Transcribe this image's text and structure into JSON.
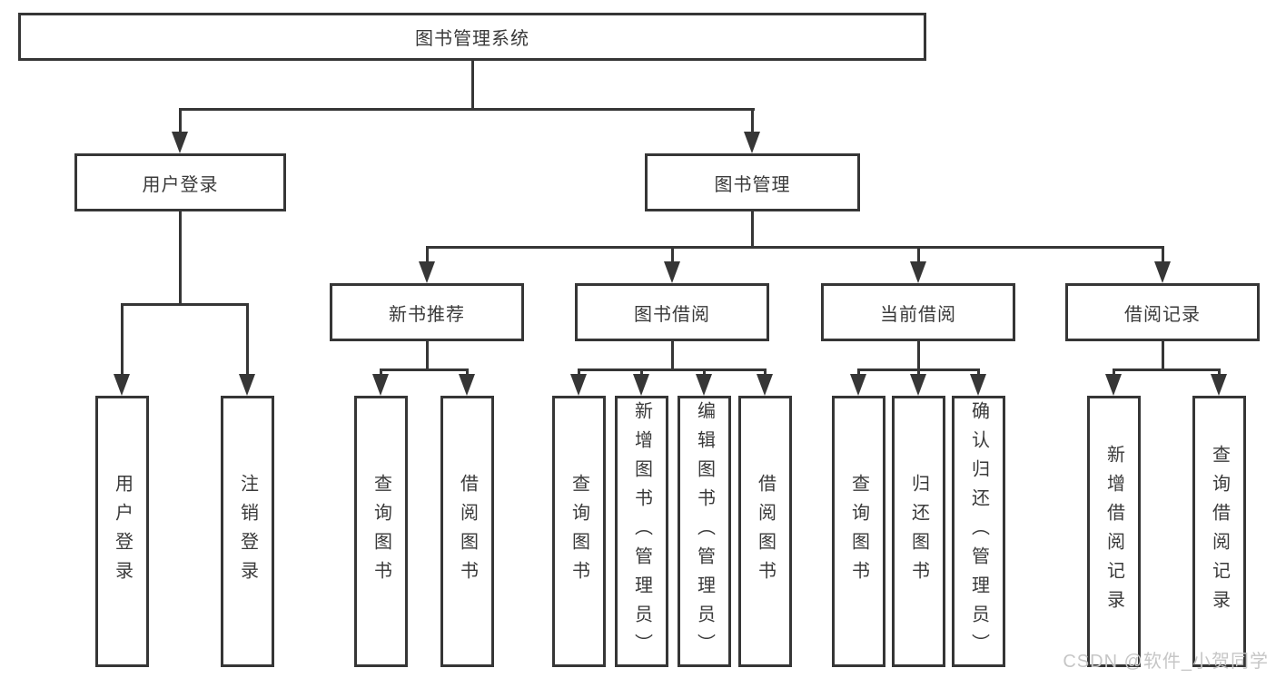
{
  "title": "图书管理系统",
  "nodes": {
    "root": "图书管理系统",
    "level2": {
      "user_login": "用户登录",
      "book_mgmt": "图书管理"
    },
    "level3": {
      "new_book": "新书推荐",
      "book_borrow": "图书借阅",
      "current_borrow": "当前借阅",
      "borrow_record": "借阅记录"
    },
    "leaves": {
      "user_login": [
        "用户登录",
        "注销登录"
      ],
      "new_book": [
        "查询图书",
        "借阅图书"
      ],
      "book_borrow": [
        "查询图书",
        "新增图书（管理员）",
        "编辑图书（管理员）",
        "借阅图书"
      ],
      "current_borrow": [
        "查询图书",
        "归还图书",
        "确认归还（管理员）"
      ],
      "borrow_record": [
        "新增借阅记录",
        "查询借阅记录"
      ]
    }
  },
  "watermark": "CSDN @软件_小贺同学",
  "colors": {
    "line": "#363636",
    "text": "#3a3a3a",
    "watermark": "#c6c6c6",
    "background": "#ffffff"
  }
}
